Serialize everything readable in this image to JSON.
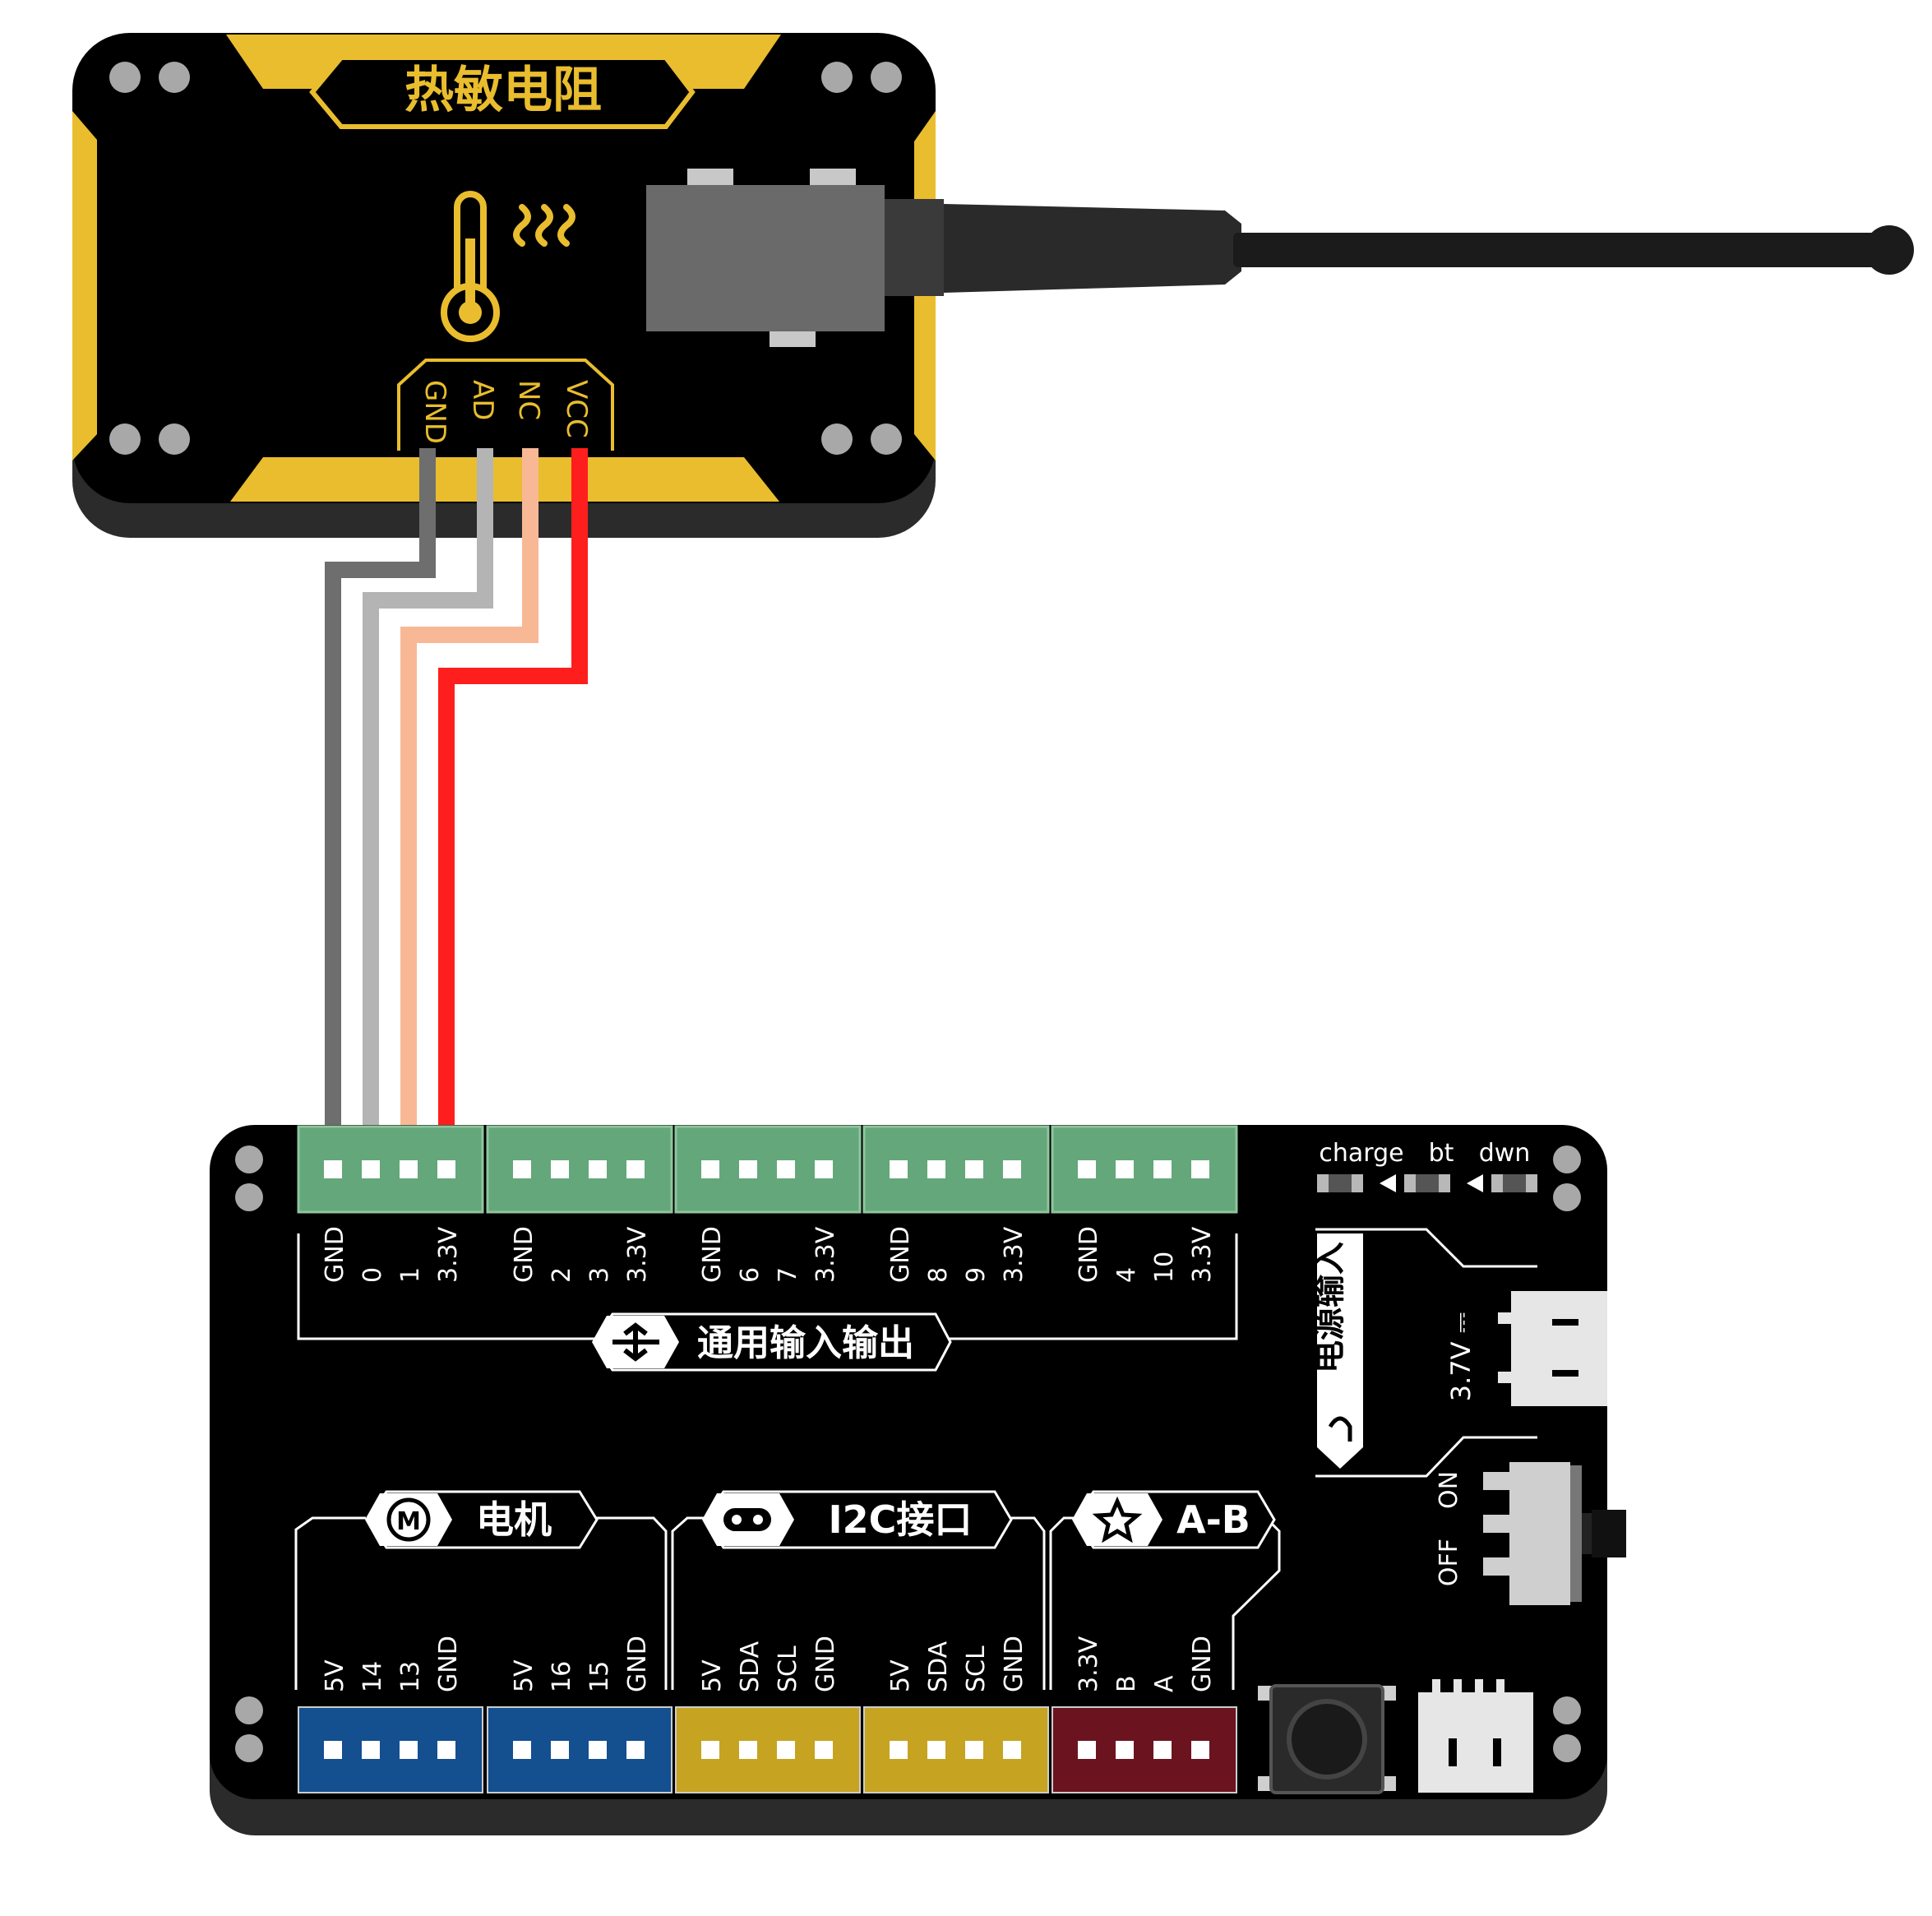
{
  "sensor": {
    "title": "热敏电阻",
    "pins": [
      "GND",
      "AD",
      "NC",
      "VCC"
    ]
  },
  "board": {
    "status_labels": [
      "charge",
      "bt",
      "dwn"
    ],
    "gpio_title": "通用输入输出",
    "gpio_groups": [
      [
        "GND",
        "0",
        "1",
        "3.3V"
      ],
      [
        "GND",
        "2",
        "3",
        "3.3V"
      ],
      [
        "GND",
        "6",
        "7",
        "3.3V"
      ],
      [
        "GND",
        "8",
        "9",
        "3.3V"
      ],
      [
        "GND",
        "4",
        "10",
        "3.3V"
      ]
    ],
    "power_title": "电源输入",
    "battery_label": "3.7V ⎓",
    "switch_on": "ON",
    "switch_off": "OFF",
    "motor_title": "电机",
    "motor_icon": "M",
    "motor_groups": [
      [
        "5V",
        "14",
        "13",
        "GND"
      ],
      [
        "5V",
        "16",
        "15",
        "GND"
      ]
    ],
    "i2c_title": "I2C接口",
    "i2c_groups": [
      [
        "5V",
        "SDA",
        "SCL",
        "GND"
      ],
      [
        "5V",
        "SDA",
        "SCL",
        "GND"
      ]
    ],
    "ab_title": "A-B",
    "ab_group": [
      "3.3V",
      "B",
      "A",
      "GND"
    ]
  },
  "wires": [
    {
      "from": "GND",
      "to": "GND",
      "color": "#6e6e6e"
    },
    {
      "from": "AD",
      "to": "0",
      "color": "#b4b4b4"
    },
    {
      "from": "NC",
      "to": "1",
      "color": "#f8b896"
    },
    {
      "from": "VCC",
      "to": "3.3V",
      "color": "#ff1e1e"
    }
  ],
  "colors": {
    "pcb": "#000000",
    "pcb_edge": "#2b2b2b",
    "yellow": "#e9bd2e",
    "gpio_header": "#64a77a",
    "motor_header": "#144f8f",
    "i2c_header": "#c6a321",
    "ab_header": "#6b1420"
  }
}
